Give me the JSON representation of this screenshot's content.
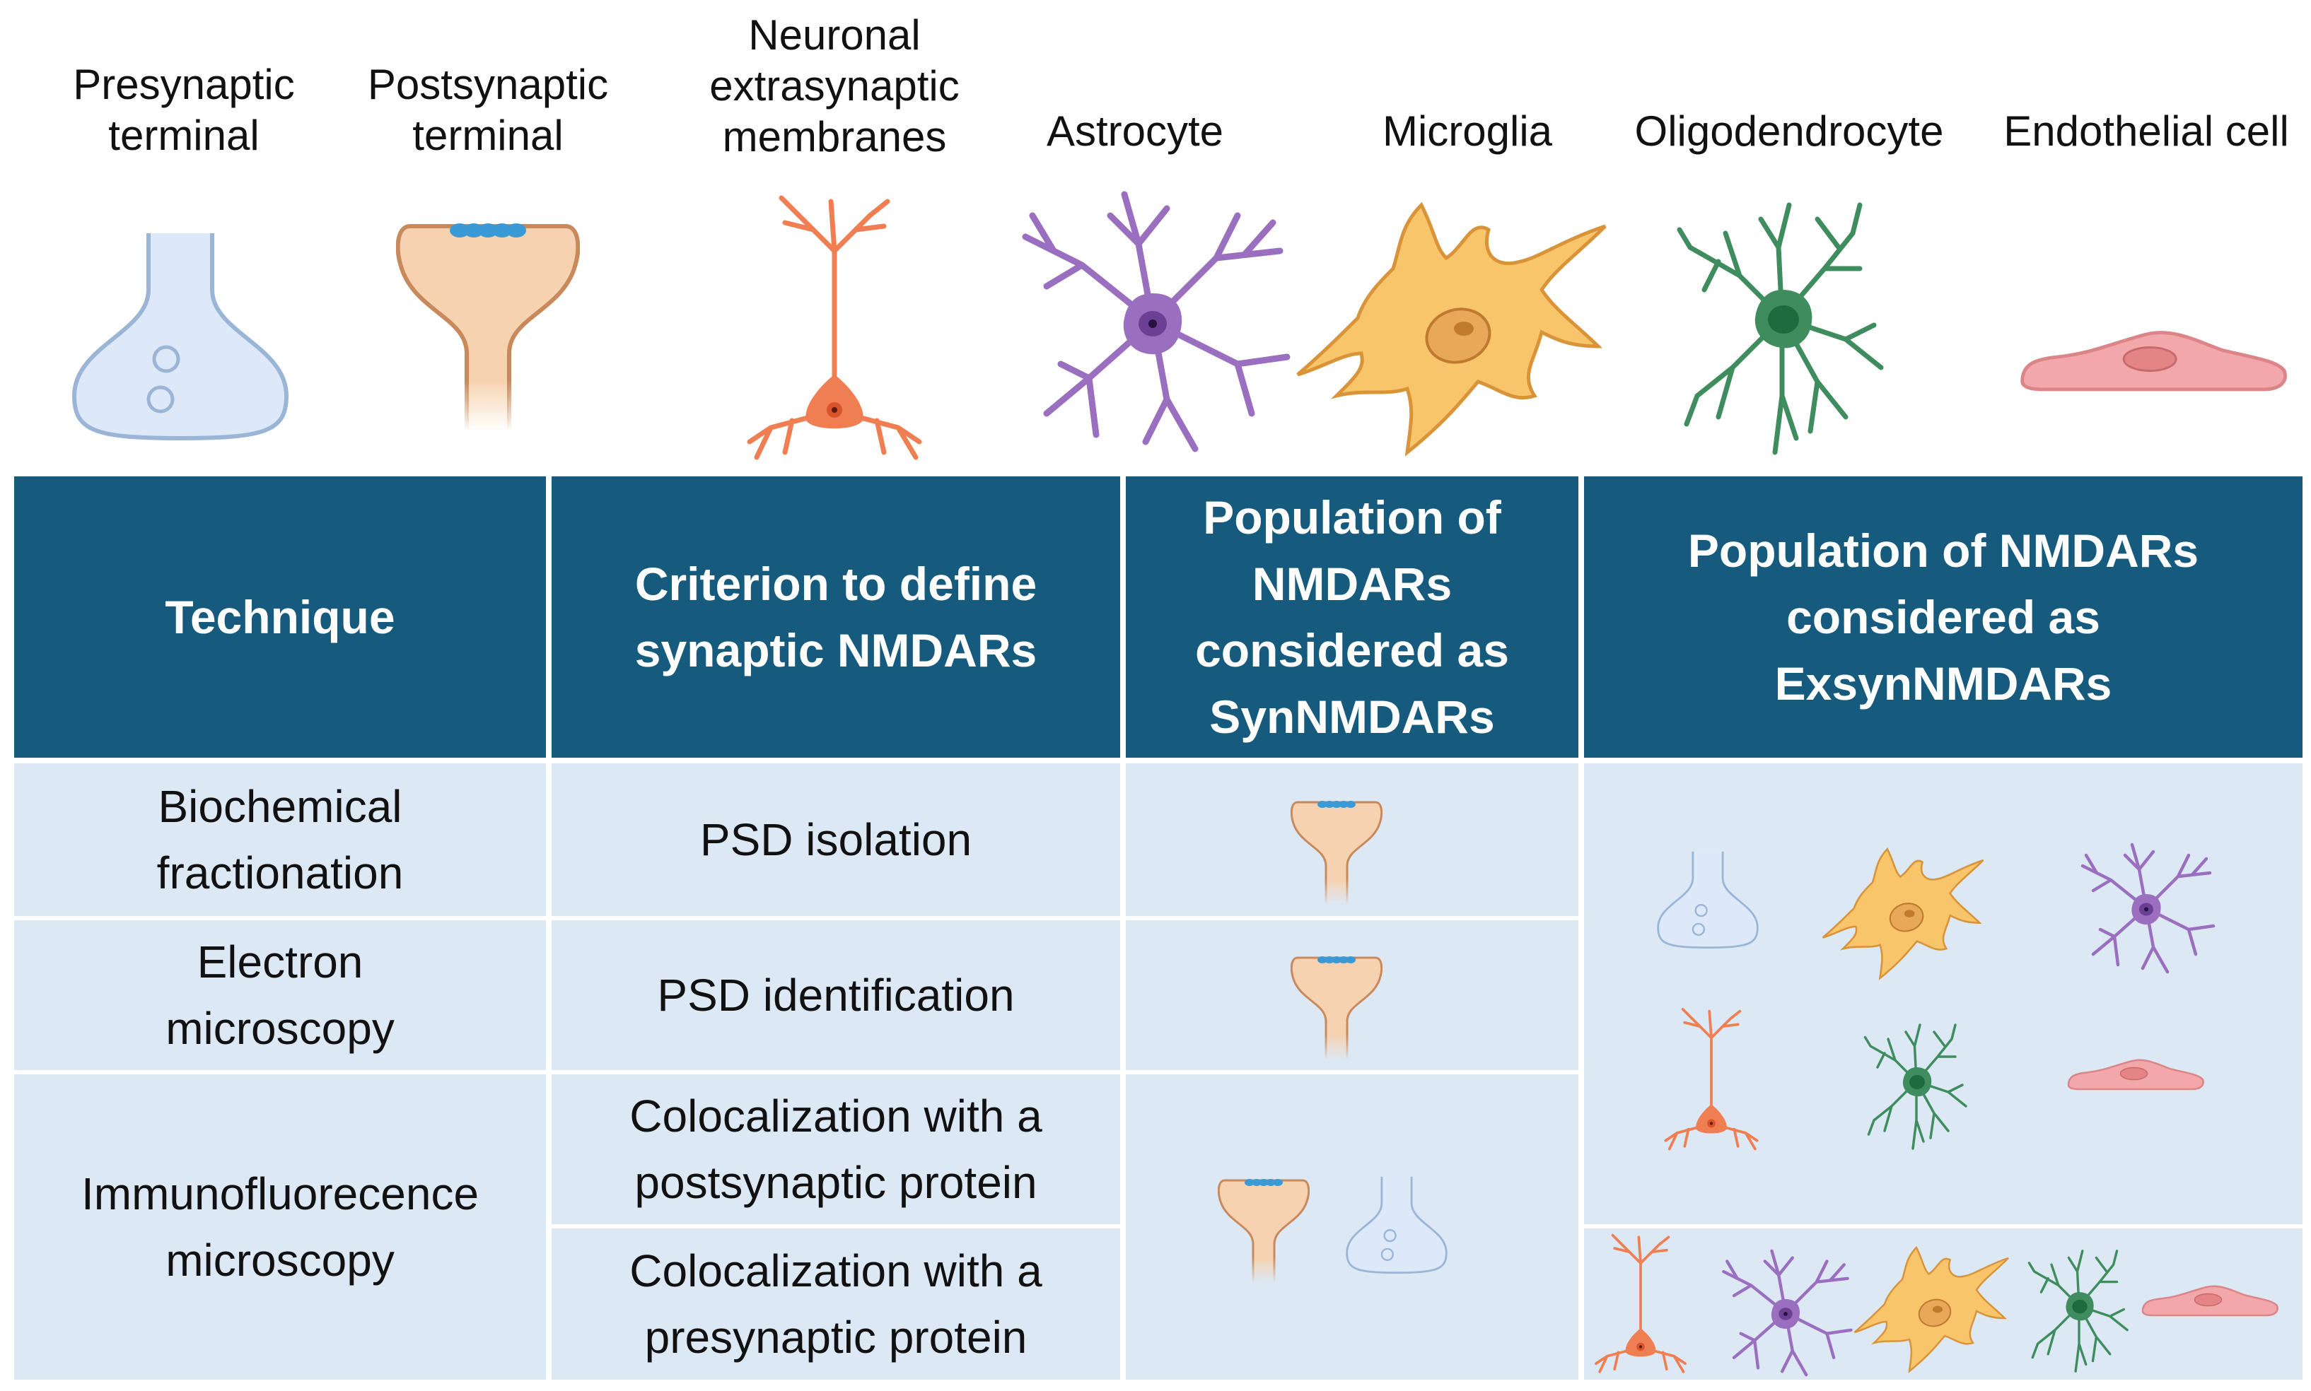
{
  "cell_types": [
    {
      "label_lines": [
        "Presynaptic",
        "terminal"
      ]
    },
    {
      "label_lines": [
        "Postsynaptic",
        "terminal"
      ]
    },
    {
      "label_lines": [
        "Neuronal",
        "extrasynaptic",
        "membranes"
      ]
    },
    {
      "label_lines": [
        "Astrocyte"
      ]
    },
    {
      "label_lines": [
        "Microglia"
      ]
    },
    {
      "label_lines": [
        "Oligodendrocyte"
      ]
    },
    {
      "label_lines": [
        "Endothelial cell"
      ]
    }
  ],
  "table": {
    "headers": {
      "technique": [
        "Technique"
      ],
      "criterion": [
        "Criterion to define",
        "synaptic NMDARs"
      ],
      "syn": [
        "Population of",
        "NMDARs",
        "considered as",
        "SynNMDARs"
      ],
      "exsyn": [
        "Population of NMDARs",
        "considered as",
        "ExsynNMDARs"
      ]
    },
    "rows": [
      {
        "technique": [
          "Biochemical",
          "fractionation"
        ],
        "criterion": [
          "PSD isolation"
        ]
      },
      {
        "technique": [
          "Electron",
          "microscopy"
        ],
        "criterion": [
          "PSD identification"
        ]
      },
      {
        "technique": [
          "Immunofluorecence",
          "microscopy"
        ],
        "criteria": [
          [
            "Colocalization with a",
            "postsynaptic protein"
          ],
          [
            "Colocalization with a",
            "presynaptic protein"
          ]
        ]
      }
    ]
  },
  "colors": {
    "header_bg": "#165b7e",
    "body_bg": "#dce9f5",
    "presynaptic_fill": "#dde9f8",
    "presynaptic_stroke": "#9bb5d6",
    "postsynaptic_fill": "#f6d2b0",
    "postsynaptic_stroke": "#c88a5c",
    "psd_dots": "#3a9ad6",
    "neuron_color": "#ef7f52",
    "astrocyte_color": "#9b6fbf",
    "microglia_fill": "#f9c56a",
    "microglia_stroke": "#d9943a",
    "oligodendrocyte_color": "#3f8d5f",
    "endothelial_fill": "#f2a8aa",
    "endothelial_stroke": "#dc8588"
  }
}
